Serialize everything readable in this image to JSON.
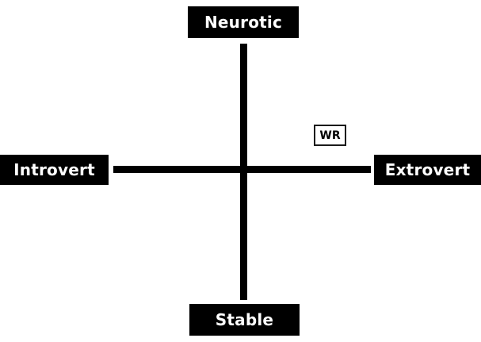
{
  "diagram": {
    "type": "personality-axes",
    "background_color": "#ffffff",
    "axis_color": "#000000",
    "label_box_color": "#000000",
    "label_text_color": "#ffffff",
    "labels": {
      "top": "Neurotic",
      "bottom": "Stable",
      "left": "Introvert",
      "right": "Extrovert"
    },
    "marker": {
      "label": "WR",
      "quadrant": "upper-right",
      "background_color": "#ffffff",
      "border_color": "#1a1a1a",
      "text_color": "#000000"
    }
  }
}
